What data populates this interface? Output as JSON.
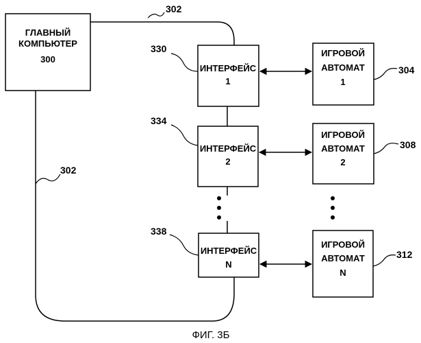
{
  "host": {
    "line1": "ГЛАВНЫЙ",
    "line2": "КОМПЬЮТЕР",
    "number": "300"
  },
  "bus_refs": {
    "top": "302",
    "left": "302"
  },
  "interfaces": [
    {
      "ref": "330",
      "label": "ИНТЕРФЕЙС",
      "index": "1"
    },
    {
      "ref": "334",
      "label": "ИНТЕРФЕЙС",
      "index": "2"
    },
    {
      "ref": "338",
      "label": "ИНТЕРФЕЙС",
      "index": "N"
    }
  ],
  "machines": [
    {
      "ref": "304",
      "line1": "ИГРОВОЙ",
      "line2": "АВТОМАТ",
      "index": "1"
    },
    {
      "ref": "308",
      "line1": "ИГРОВОЙ",
      "line2": "АВТОМАТ",
      "index": "2"
    },
    {
      "ref": "312",
      "line1": "ИГРОВОЙ",
      "line2": "АВТОМАТ",
      "index": "N"
    }
  ],
  "caption": "ФИГ. 3Б"
}
